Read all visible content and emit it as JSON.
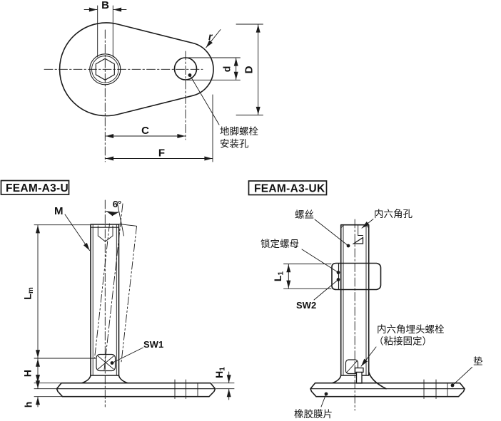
{
  "page": {
    "background": "#ffffff",
    "line_color": "#1a1a1a"
  },
  "top_view": {
    "dims": {
      "B": "B",
      "r": "r",
      "d": "d",
      "D": "D",
      "C": "C",
      "F": "F"
    },
    "anchor_hole_label": {
      "line1": "地脚螺栓",
      "line2": "安装孔"
    }
  },
  "left_view": {
    "title": "FEAM-A3-U",
    "dims": {
      "M": "M",
      "angle": "6°",
      "Lm": {
        "main": "L",
        "sub": "m"
      },
      "H": "H",
      "h": "h",
      "H1": {
        "main": "H",
        "sub": "1"
      }
    },
    "labels": {
      "SW1": "SW1"
    }
  },
  "right_view": {
    "title": "FEAM-A3-UK",
    "dims": {
      "L1": {
        "main": "L",
        "sub": "1"
      }
    },
    "labels": {
      "screw": "螺丝",
      "hex_socket_hole": "内六角孔",
      "lock_nut": "锁定螺母",
      "SW2": "SW2",
      "csk_bolt_line1": "内六角埋头螺栓",
      "csk_bolt_line2": "（粘接固定）",
      "pad": "垫",
      "rubber_diaphragm": "橡胶膜片"
    }
  }
}
